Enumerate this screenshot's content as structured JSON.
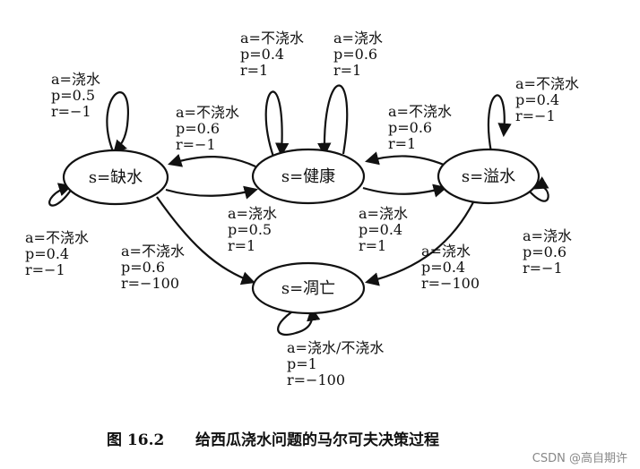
{
  "states": {
    "lack": "s=缺水",
    "healthy": "s=健康",
    "overflow": "s=溢水",
    "dead": "s=凋亡"
  },
  "labels": {
    "lack_self": [
      "a=浇水",
      "p=0.5",
      "r=−1"
    ],
    "lack_self2": [
      "a=不浇水",
      "p=0.4",
      "r=−1"
    ],
    "healthy_to_lack": [
      "a=不浇水",
      "p=0.6",
      "r=−1"
    ],
    "lack_to_healthy": [
      "a=浇水",
      "p=0.5",
      "r=1"
    ],
    "lack_to_dead": [
      "a=不浇水",
      "p=0.6",
      "r=−100"
    ],
    "healthy_self_nowater": [
      "a=不浇水",
      "p=0.4",
      "r=1"
    ],
    "healthy_self_water": [
      "a=浇水",
      "p=0.6",
      "r=1"
    ],
    "overflow_to_healthy": [
      "a=不浇水",
      "p=0.6",
      "r=1"
    ],
    "healthy_to_overflow": [
      "a=浇水",
      "p=0.4",
      "r=1"
    ],
    "overflow_self_nowater": [
      "a=不浇水",
      "p=0.4",
      "r=−1"
    ],
    "overflow_self_water": [
      "a=浇水",
      "p=0.6",
      "r=−1"
    ],
    "overflow_to_dead": [
      "a=浇水",
      "p=0.4",
      "r=−100"
    ],
    "dead_self": [
      "a=浇水/不浇水",
      "p=1",
      "r=−100"
    ]
  },
  "caption": {
    "number": "图 16.2",
    "text": "给西瓜浇水问题的马尔可夫决策过程"
  },
  "watermark": "CSDN @高自期许"
}
